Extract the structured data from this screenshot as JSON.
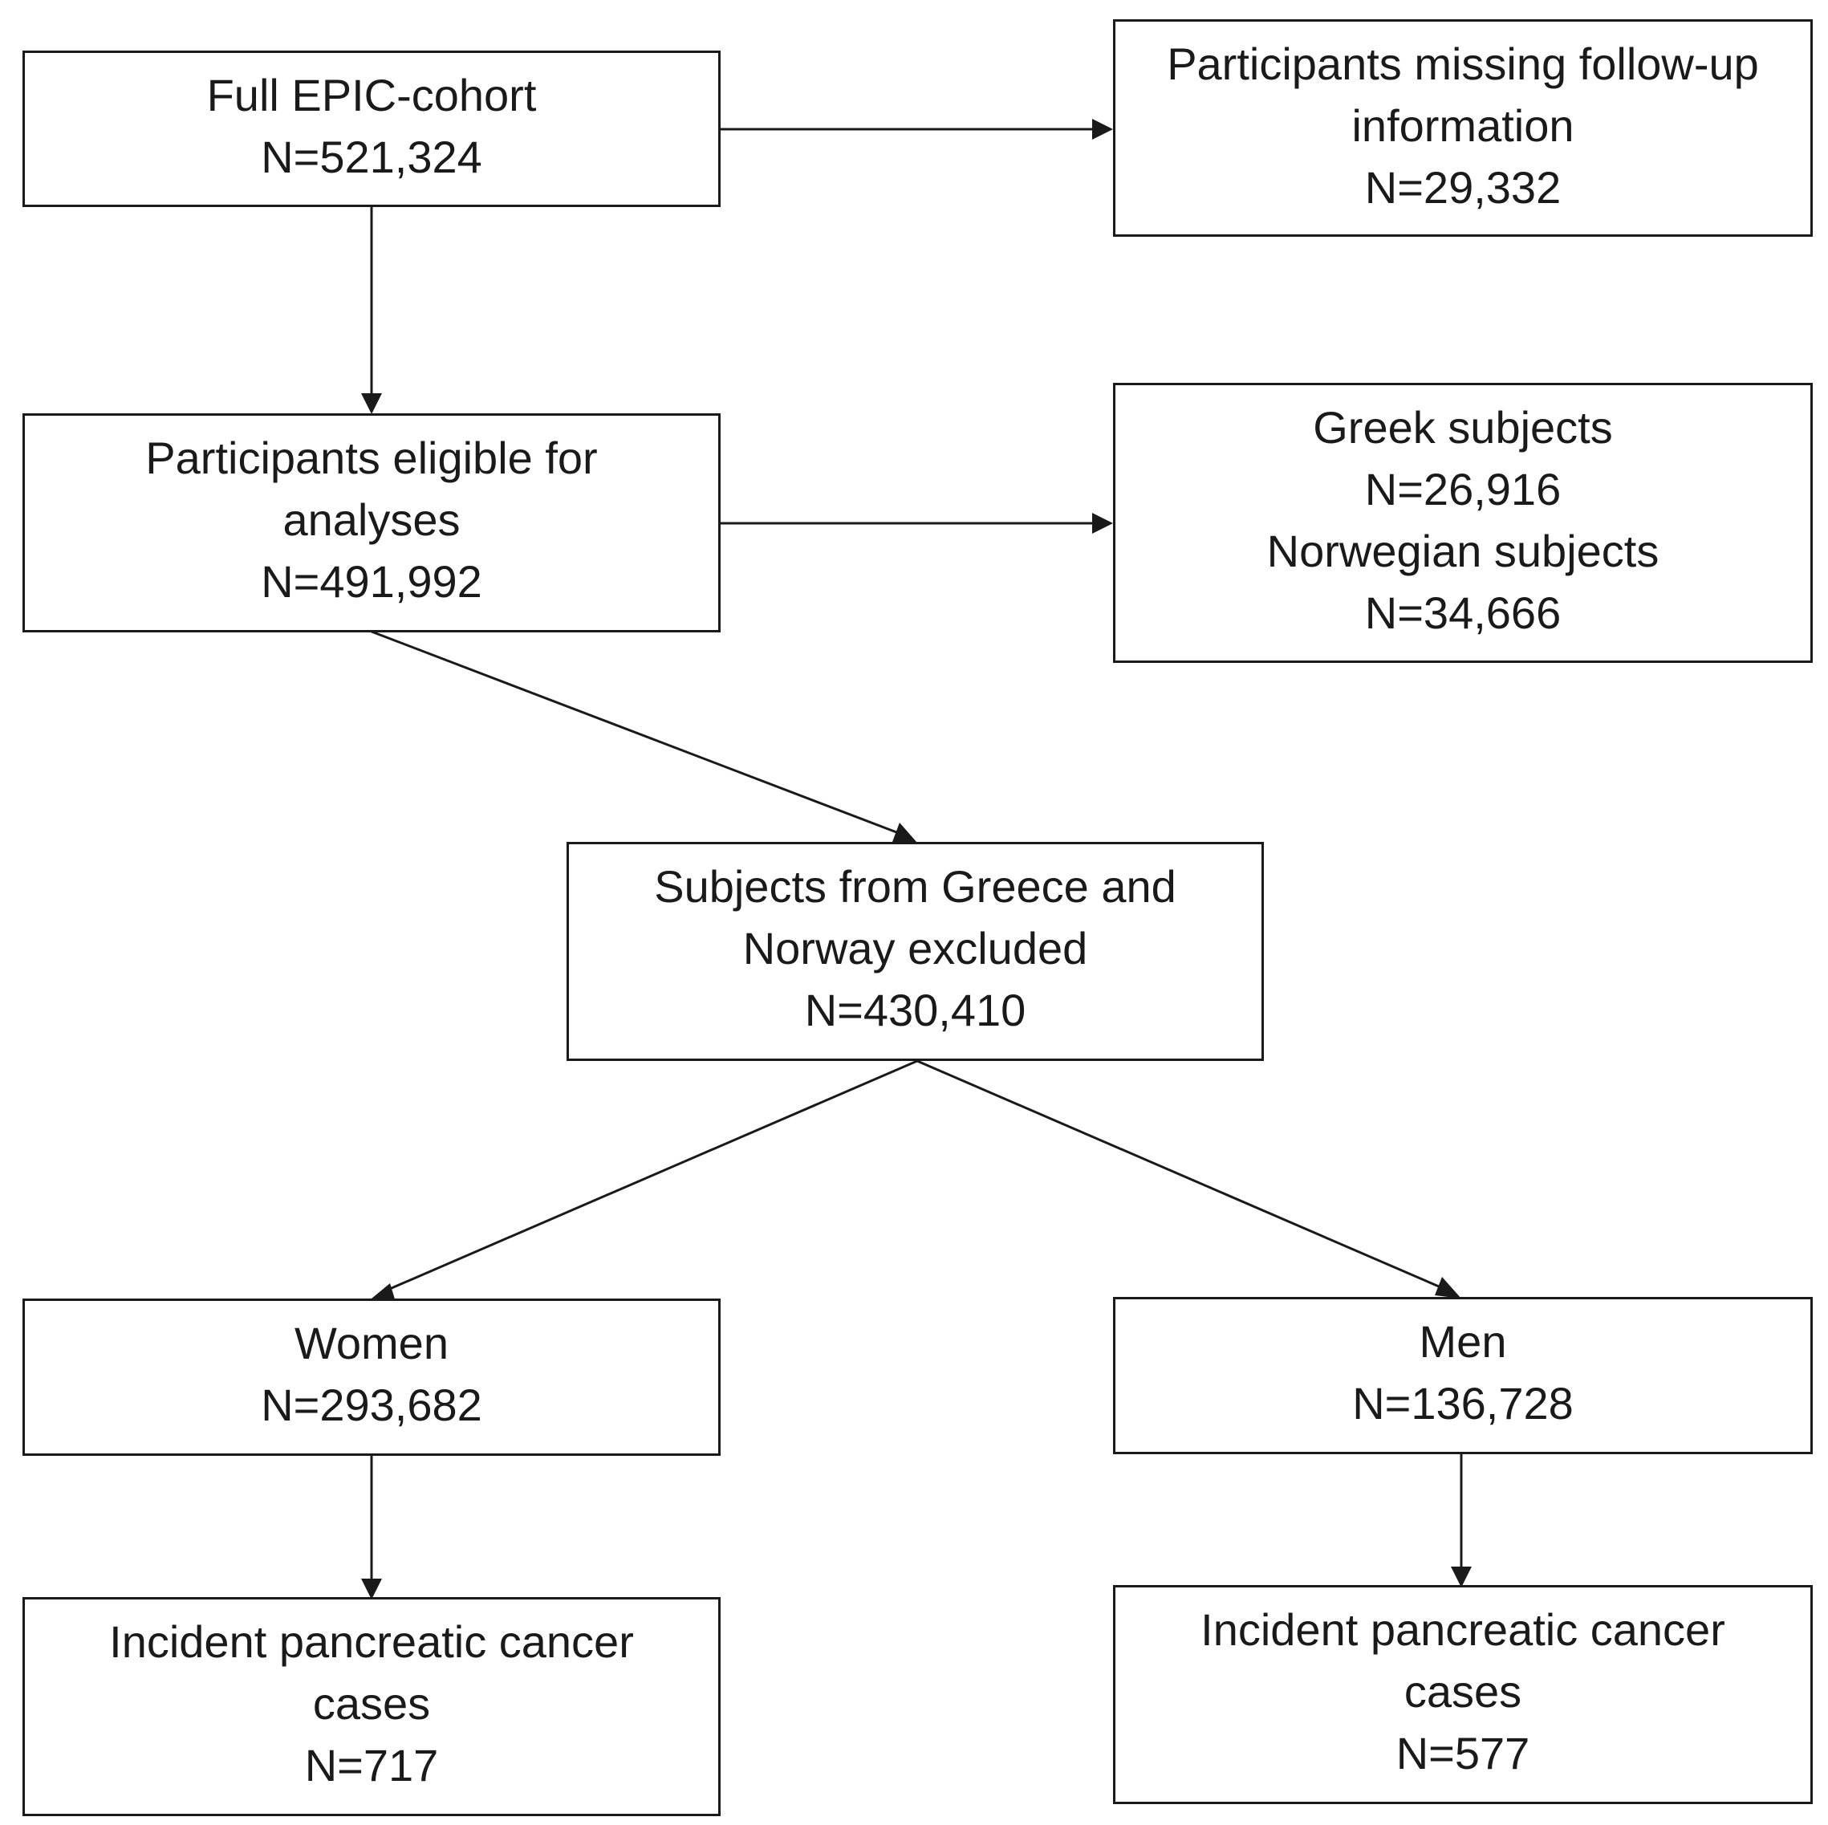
{
  "boxes": {
    "full_cohort": {
      "title": "Full EPIC-cohort",
      "count": "N=521,324"
    },
    "missing_followup": {
      "title_line1": "Participants missing follow-up",
      "title_line2": "information",
      "count": "N=29,332"
    },
    "eligible": {
      "title_line1": "Participants eligible for",
      "title_line2": "analyses",
      "count": "N=491,992"
    },
    "greek_norwegian": {
      "greek_label": "Greek subjects",
      "greek_count": "N=26,916",
      "norwegian_label": "Norwegian subjects",
      "norwegian_count": "N=34,666"
    },
    "excluded": {
      "title_line1": "Subjects from Greece and",
      "title_line2": "Norway excluded",
      "count": "N=430,410"
    },
    "women": {
      "title": "Women",
      "count": "N=293,682"
    },
    "men": {
      "title": "Men",
      "count": "N=136,728"
    },
    "women_cases": {
      "title_line1": "Incident pancreatic cancer",
      "title_line2": "cases",
      "count": "N=717"
    },
    "men_cases": {
      "title_line1": "Incident pancreatic cancer",
      "title_line2": "cases",
      "count": "N=577"
    }
  }
}
